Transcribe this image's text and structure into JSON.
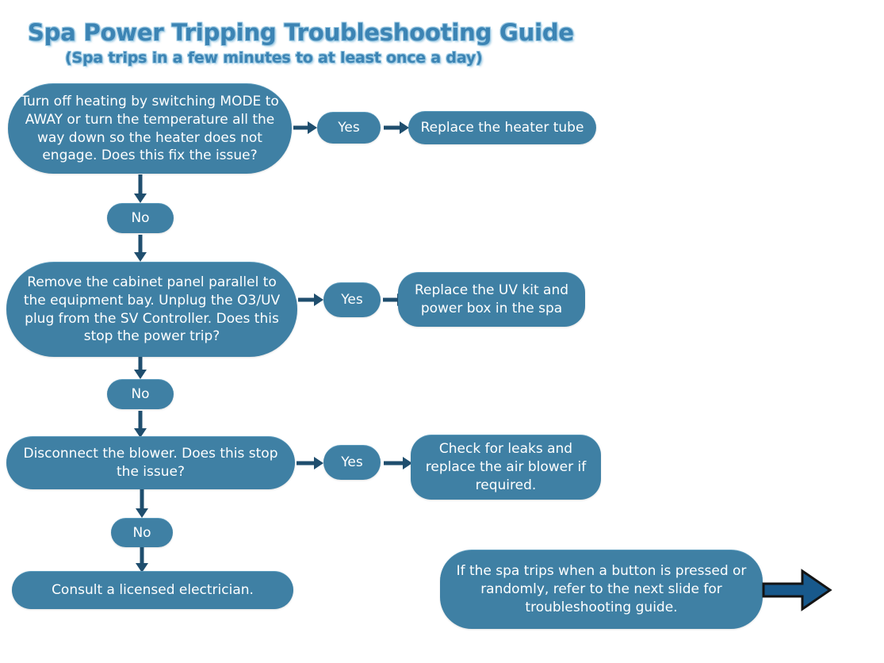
{
  "header": {
    "title": "Spa Power Tripping Troubleshooting Guide",
    "subtitle": "(Spa trips in a few minutes to at least once a day)"
  },
  "colors": {
    "node_fill": "#3f80a4",
    "node_top_edge": "#5a9bbd",
    "node_text": "#ffffff",
    "arrow": "#1f4e6e",
    "title_text": "#3c84b4",
    "title_glow": "#9ecbe4",
    "block_arrow_fill": "#18598c",
    "block_arrow_outline": "#141414",
    "background": "#ffffff"
  },
  "flowchart": {
    "type": "flowchart",
    "nodes": [
      {
        "id": "q1",
        "kind": "decision",
        "text": "Turn off heating by switching MODE to AWAY or turn the temperature all the way down so the heater does not engage. Does this fix the issue?"
      },
      {
        "id": "q1_yes",
        "kind": "label",
        "text": "Yes"
      },
      {
        "id": "a1",
        "kind": "outcome",
        "text": "Replace the heater tube"
      },
      {
        "id": "q1_no",
        "kind": "label",
        "text": "No"
      },
      {
        "id": "q2",
        "kind": "decision",
        "text": "Remove the cabinet panel parallel to the equipment bay. Unplug the O3/UV plug from the SV Controller. Does this stop the power trip?"
      },
      {
        "id": "q2_yes",
        "kind": "label",
        "text": "Yes"
      },
      {
        "id": "a2",
        "kind": "outcome",
        "text": "Replace the UV kit and power box in the spa"
      },
      {
        "id": "q2_no",
        "kind": "label",
        "text": "No"
      },
      {
        "id": "q3",
        "kind": "decision",
        "text": "Disconnect the blower. Does this stop the issue?"
      },
      {
        "id": "q3_yes",
        "kind": "label",
        "text": "Yes"
      },
      {
        "id": "a3",
        "kind": "outcome",
        "text": "Check for leaks and replace the air blower if required."
      },
      {
        "id": "q3_no",
        "kind": "label",
        "text": "No"
      },
      {
        "id": "a4",
        "kind": "outcome",
        "text": "Consult a licensed electrician."
      },
      {
        "id": "note",
        "kind": "note",
        "text": "If the spa trips when a button is pressed or randomly, refer to the next slide for troubleshooting guide."
      }
    ],
    "edges": [
      {
        "from": "q1",
        "to": "q1_yes",
        "direction": "right"
      },
      {
        "from": "q1_yes",
        "to": "a1",
        "direction": "right"
      },
      {
        "from": "q1",
        "to": "q1_no",
        "direction": "down"
      },
      {
        "from": "q1_no",
        "to": "q2",
        "direction": "down"
      },
      {
        "from": "q2",
        "to": "q2_yes",
        "direction": "right"
      },
      {
        "from": "q2_yes",
        "to": "a2",
        "direction": "right"
      },
      {
        "from": "q2",
        "to": "q2_no",
        "direction": "down"
      },
      {
        "from": "q2_no",
        "to": "q3",
        "direction": "down"
      },
      {
        "from": "q3",
        "to": "q3_yes",
        "direction": "right"
      },
      {
        "from": "q3_yes",
        "to": "a3",
        "direction": "right"
      },
      {
        "from": "q3",
        "to": "q3_no",
        "direction": "down"
      },
      {
        "from": "q3_no",
        "to": "a4",
        "direction": "down"
      },
      {
        "from": "note",
        "to": "next-slide",
        "direction": "right",
        "style": "block-arrow"
      }
    ]
  }
}
